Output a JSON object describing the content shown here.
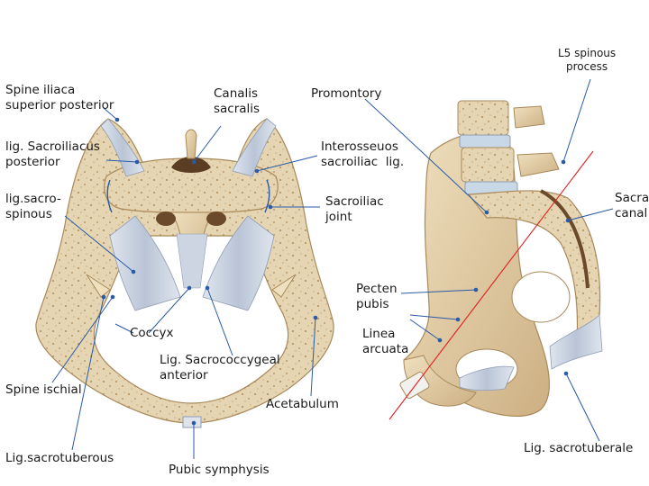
{
  "colors": {
    "bone": "#e6d5b2",
    "bone_dark": "#c9ad7d",
    "bone_edge": "#a8895a",
    "ligament": "#c9d2df",
    "ligament_dark": "#8f9cb2",
    "leader_line": "#2a5aa8",
    "axis_line": "#e02020",
    "text": "#1a1a1a"
  },
  "labels": {
    "l5_spinous_process": "L5 spinous\nprocess",
    "spine_iliaca_superior_posterior": "Spine iliaca\nsuperior posterior",
    "canalis_sacralis": "Canalis\nsacralis",
    "promontory": "Promontory",
    "lig_sacroiliacus_posterior": "lig. Sacroiliacus\nposterior",
    "interosseous_sacroiliac_lig": "Interosseuos\nsacroiliac  lig.",
    "lig_sacrospinous": "lig.sacro-\nspinous",
    "sacroiliac_joint": "Sacroiliac\njoint",
    "sacral_canal": "Sacra\ncanal",
    "pecten_pubis": "Pecten\npubis",
    "coccyx": "Coccyx",
    "linea_arcuata": "Linea\narcuata",
    "lig_sacrococcygeal_anterior": "Lig. Sacrococcygeal\nanterior",
    "spine_ischial": "Spine ischial",
    "acetabulum": "Acetabulum",
    "lig_sacrotuberous": "Lig.sacrotuberous",
    "lig_sacrotuberale": "Lig. sacrotuberale",
    "pubic_symphysis": "Pubic symphysis"
  }
}
